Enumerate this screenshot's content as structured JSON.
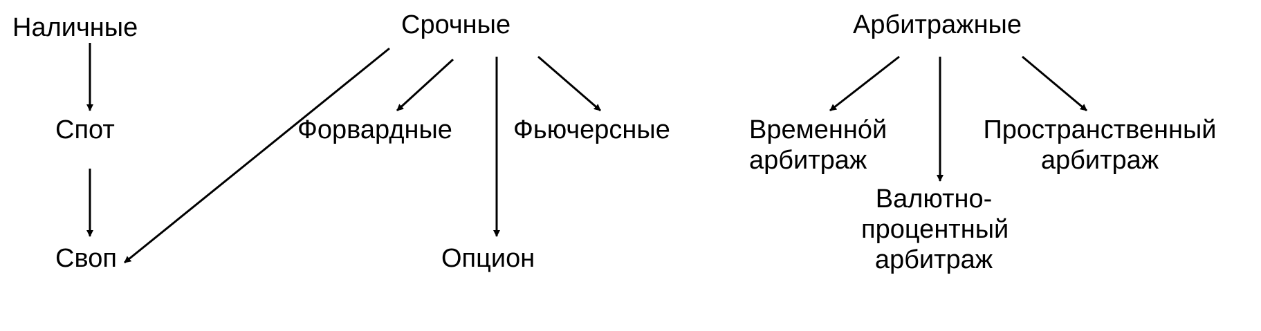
{
  "diagram": {
    "nodes": {
      "cash": "Наличные",
      "spot": "Спот",
      "swap": "Своп",
      "term": "Срочные",
      "forward": "Форвардные",
      "futures": "Фьючерсные",
      "option": "Опцион",
      "arbitrage": "Арбитражные",
      "time_arbitrage": [
        "Временно́й",
        "арбитраж"
      ],
      "currency_interest_arbitrage": [
        "Валютно-",
        "процентный",
        "арбитраж"
      ],
      "spatial_arbitrage": [
        "Пространственный",
        "арбитраж"
      ]
    },
    "edges": [
      {
        "from": "cash",
        "to": "spot"
      },
      {
        "from": "spot",
        "to": "swap"
      },
      {
        "from": "term",
        "to": "swap"
      },
      {
        "from": "term",
        "to": "forward"
      },
      {
        "from": "term",
        "to": "option"
      },
      {
        "from": "term",
        "to": "futures"
      },
      {
        "from": "arbitrage",
        "to": "time_arbitrage"
      },
      {
        "from": "arbitrage",
        "to": "currency_interest_arbitrage"
      },
      {
        "from": "arbitrage",
        "to": "spatial_arbitrage"
      }
    ],
    "colors": {
      "line": "#000000",
      "text": "#000000",
      "background": "#ffffff"
    }
  }
}
